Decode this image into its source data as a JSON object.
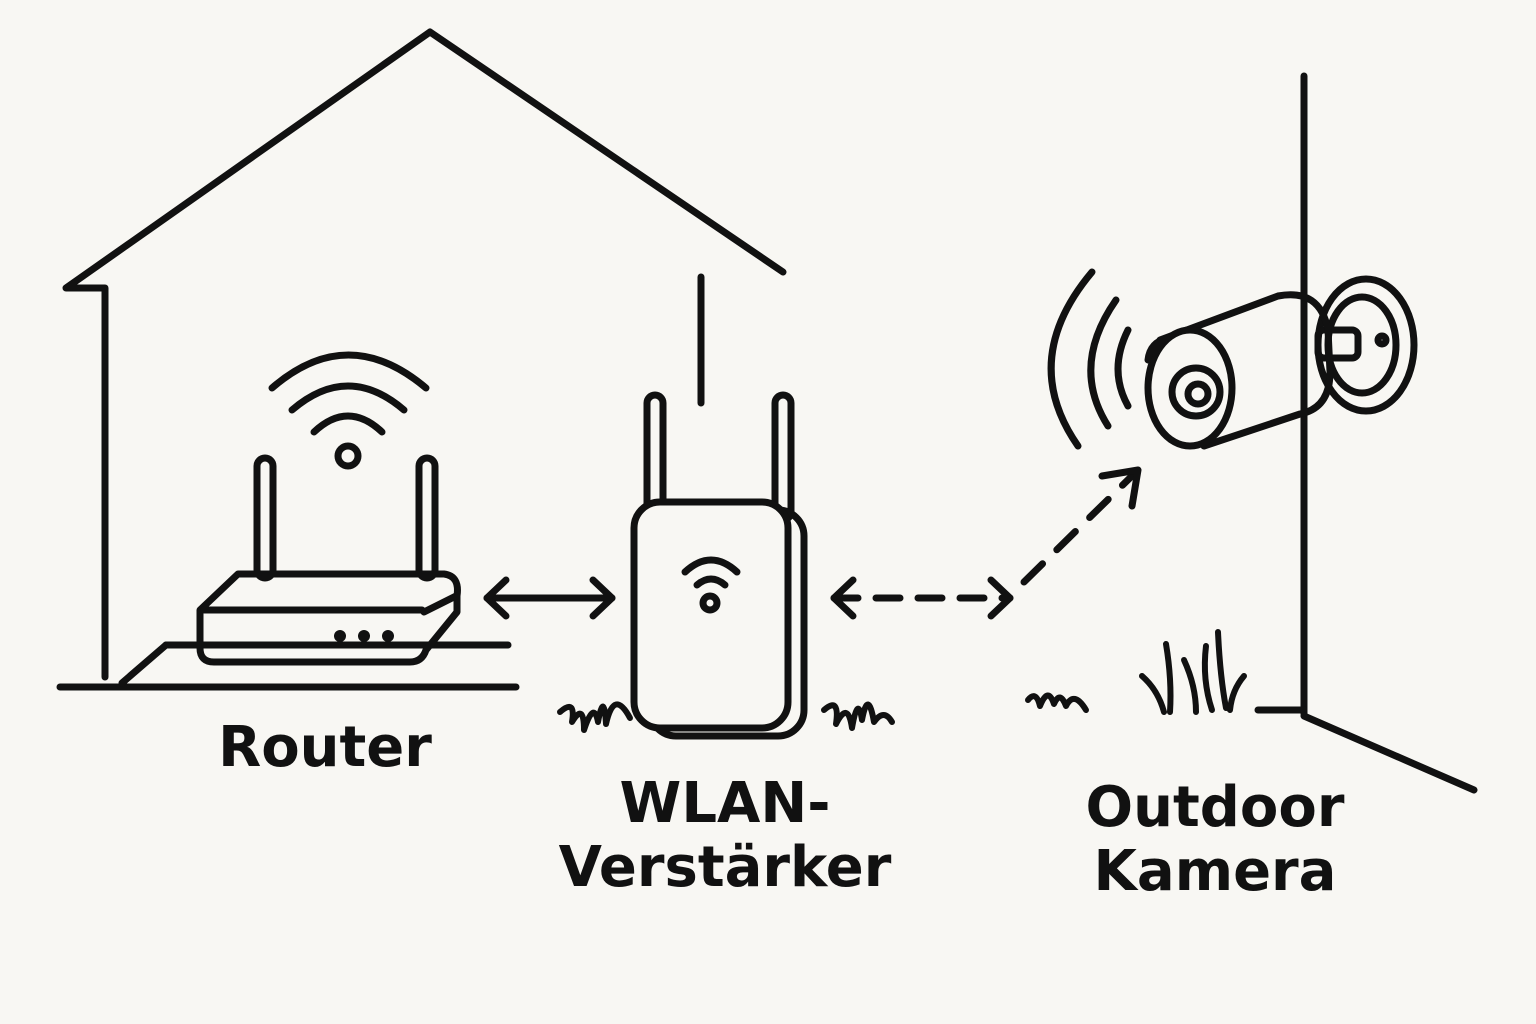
{
  "labels": {
    "router": "Router",
    "extender_line1": "WLAN-",
    "extender_line2": "Verstärker",
    "camera_line1": "Outdoor",
    "camera_line2": "Kamera"
  },
  "colors": {
    "line": "#111111",
    "background": "#f8f7f3"
  },
  "icons": [
    "house-outline",
    "router-icon",
    "wifi-icon",
    "wifi-extender-icon",
    "outdoor-camera-icon",
    "signal-waves-icon",
    "grass-icon",
    "double-arrow",
    "dashed-arrow"
  ]
}
